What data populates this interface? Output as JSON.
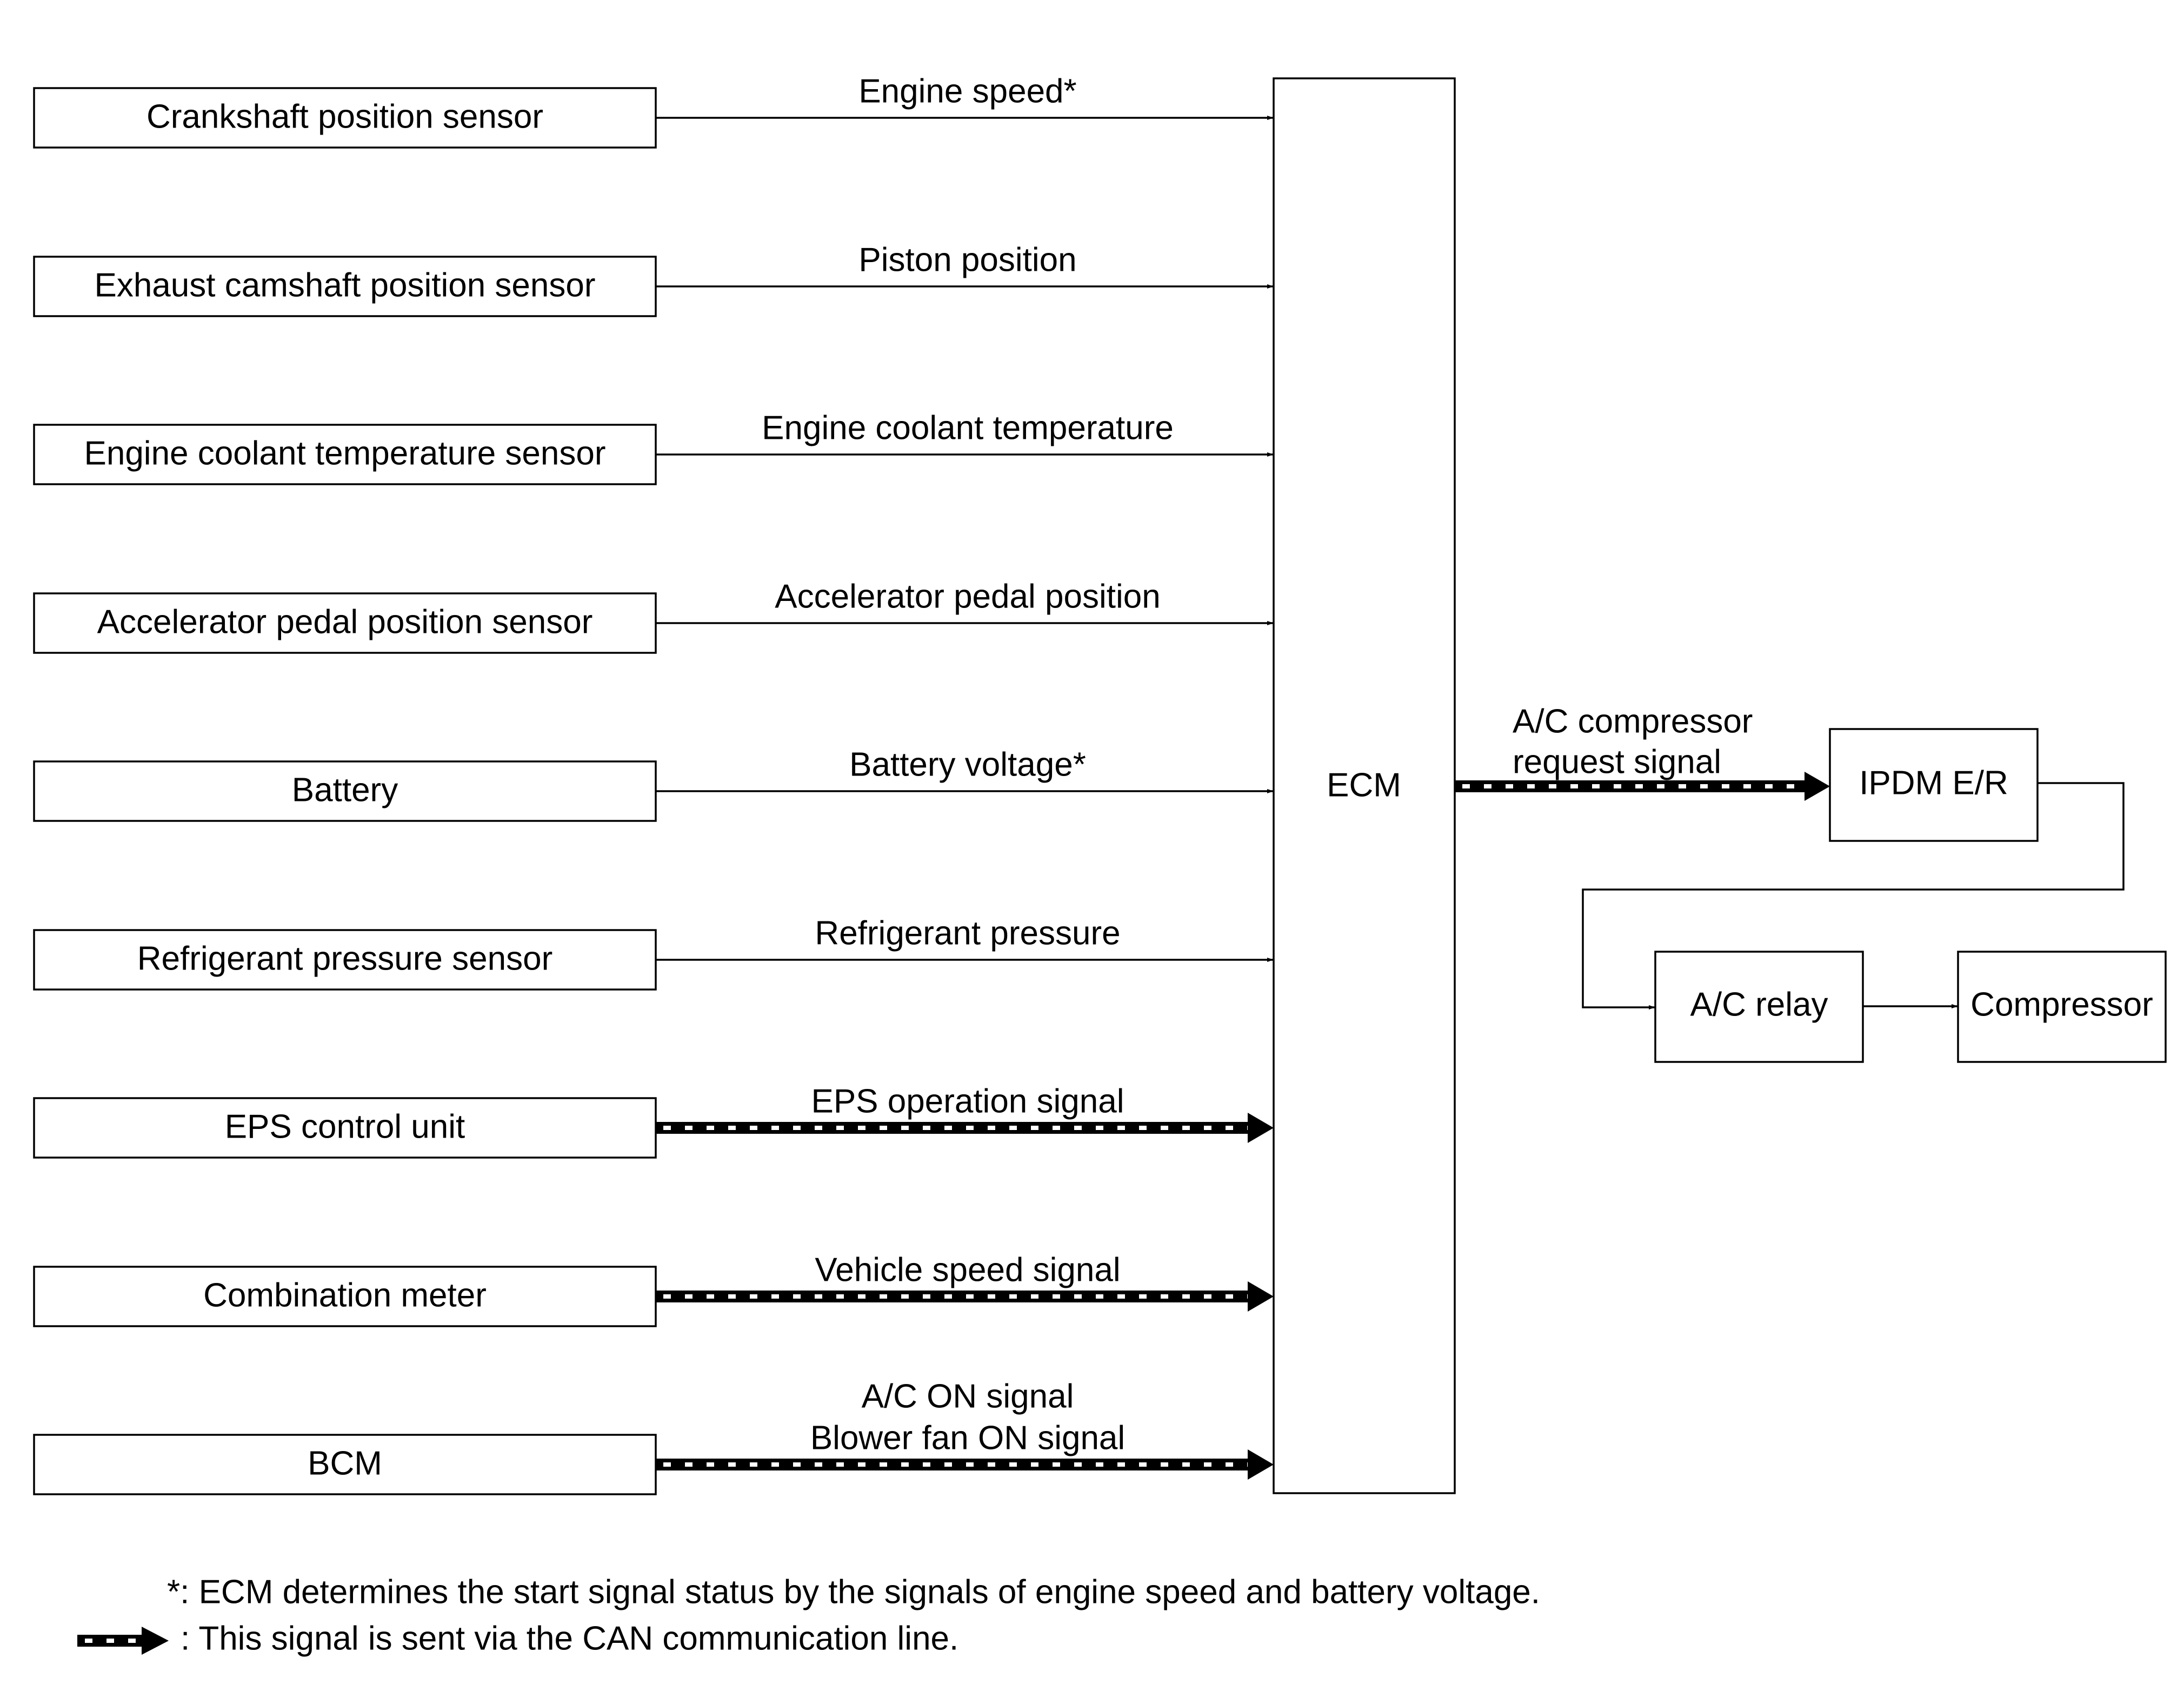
{
  "inputs": [
    {
      "component": "Crankshaft position sensor",
      "signal": [
        "Engine speed*"
      ],
      "can": false
    },
    {
      "component": "Exhaust camshaft position sensor",
      "signal": [
        "Piston position"
      ],
      "can": false
    },
    {
      "component": "Engine coolant temperature sensor",
      "signal": [
        "Engine coolant temperature"
      ],
      "can": false
    },
    {
      "component": "Accelerator pedal position sensor",
      "signal": [
        "Accelerator pedal position"
      ],
      "can": false
    },
    {
      "component": "Battery",
      "signal": [
        "Battery voltage*"
      ],
      "can": false
    },
    {
      "component": "Refrigerant pressure sensor",
      "signal": [
        "Refrigerant pressure"
      ],
      "can": false
    },
    {
      "component": "EPS control unit",
      "signal": [
        "EPS operation signal"
      ],
      "can": true
    },
    {
      "component": "Combination meter",
      "signal": [
        "Vehicle speed signal"
      ],
      "can": true
    },
    {
      "component": "BCM",
      "signal": [
        "A/C ON signal",
        "Blower fan ON signal"
      ],
      "can": true
    }
  ],
  "ecm": {
    "label": "ECM"
  },
  "output": {
    "signal": [
      "A/C compressor",
      "request signal"
    ],
    "ipdm": "IPDM E/R",
    "relay": "A/C relay",
    "compressor": "Compressor"
  },
  "notes": {
    "asterisk": "*: ECM determines the start signal status by the signals of engine speed and battery voltage.",
    "can_legend": ": This signal is sent via the CAN communication line."
  }
}
